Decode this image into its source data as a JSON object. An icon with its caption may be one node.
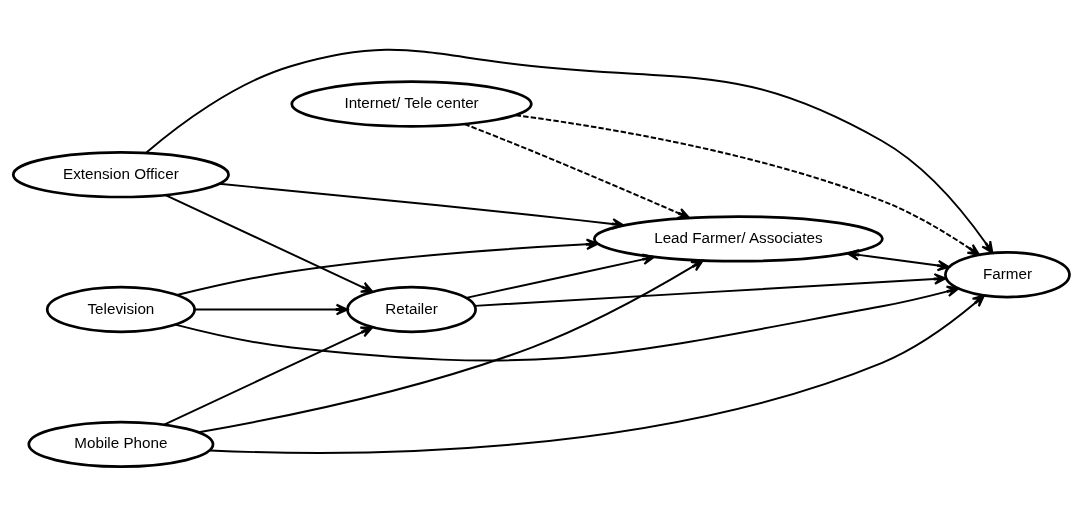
{
  "diagram": {
    "nodes": [
      {
        "text": [
          "Internet/ Tele center"
        ]
      },
      {
        "text": [
          "Lead Farmer/ Associates"
        ]
      },
      {
        "text": [
          "Television"
        ]
      },
      {
        "text": [
          "Retailer"
        ]
      },
      {
        "text": [
          "Farmer"
        ]
      },
      {
        "text": [
          "Extension Officer"
        ]
      },
      {
        "text": [
          "Mobile Phone"
        ]
      }
    ],
    "edges": [
      {
        "from": 0,
        "to": 1,
        "arrow": "to",
        "style": "dashed"
      },
      {
        "from": 0,
        "to": 4,
        "arrow": "to",
        "style": "dashed"
      },
      {
        "from": 2,
        "to": 1,
        "arrow": "to"
      },
      {
        "from": 2,
        "to": 3,
        "arrow": "to"
      },
      {
        "from": 2,
        "to": 4,
        "arrow": "to"
      },
      {
        "from": 1,
        "to": 4,
        "arrow": "both"
      },
      {
        "from": 3,
        "to": 1,
        "arrow": "to"
      },
      {
        "from": 5,
        "to": 1,
        "arrow": "to"
      },
      {
        "from": 3,
        "to": 4,
        "arrow": "to"
      },
      {
        "from": 5,
        "to": 3,
        "arrow": "to"
      },
      {
        "from": 5,
        "to": 4,
        "arrow": "to"
      },
      {
        "from": 6,
        "to": 4,
        "arrow": "to"
      },
      {
        "from": 6,
        "to": 3,
        "arrow": "to"
      },
      {
        "from": 6,
        "to": 1,
        "arrow": "to"
      }
    ]
  }
}
